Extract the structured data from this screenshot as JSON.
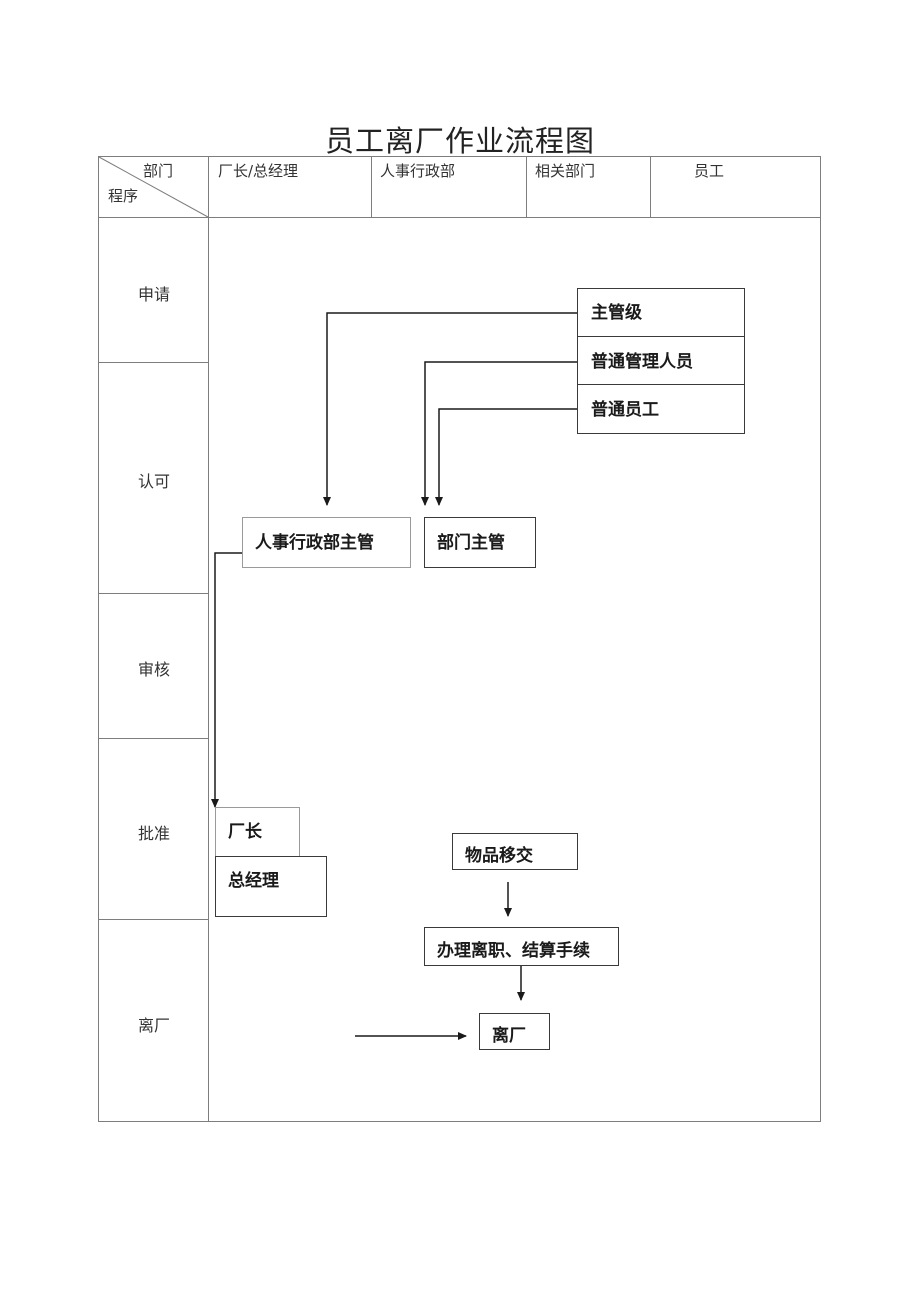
{
  "title": "员工离厂作业流程图",
  "header": {
    "diag_top": "部门",
    "diag_bottom": "程序",
    "columns": [
      "厂长/总经理",
      "人事行政部",
      "相关部门",
      "员工"
    ]
  },
  "stages": [
    "申请",
    "认可",
    "审核",
    "批准",
    "离厂"
  ],
  "nodes": {
    "supervisor_level": "主管级",
    "general_management": "普通管理人员",
    "general_staff": "普通员工",
    "hr_admin_head": "人事行政部主管",
    "dept_head": "部门主管",
    "factory_director": "厂长",
    "general_manager": "总经理",
    "handover": "物品移交",
    "resignation_procedures": "办理离职、结算手续",
    "leave_factory": "离厂"
  }
}
